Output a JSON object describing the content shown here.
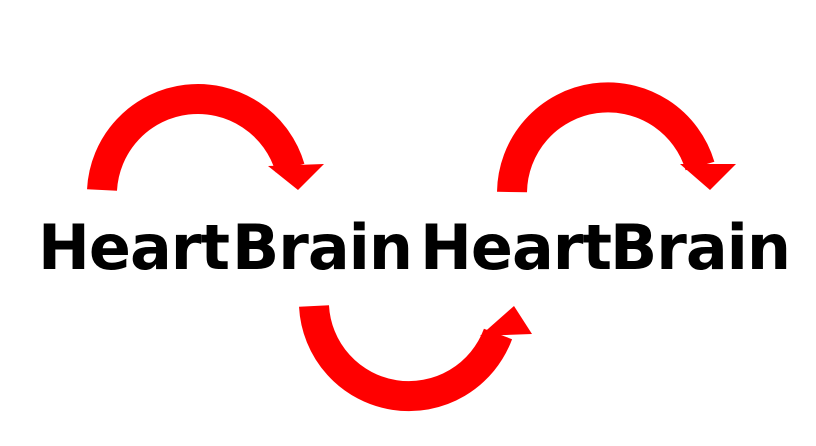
{
  "words": [
    "Heart",
    "Brain",
    "Heart",
    "Brain"
  ],
  "colors": {
    "arrow": "#ff0000",
    "text": "#000000",
    "background": "#ffffff"
  }
}
